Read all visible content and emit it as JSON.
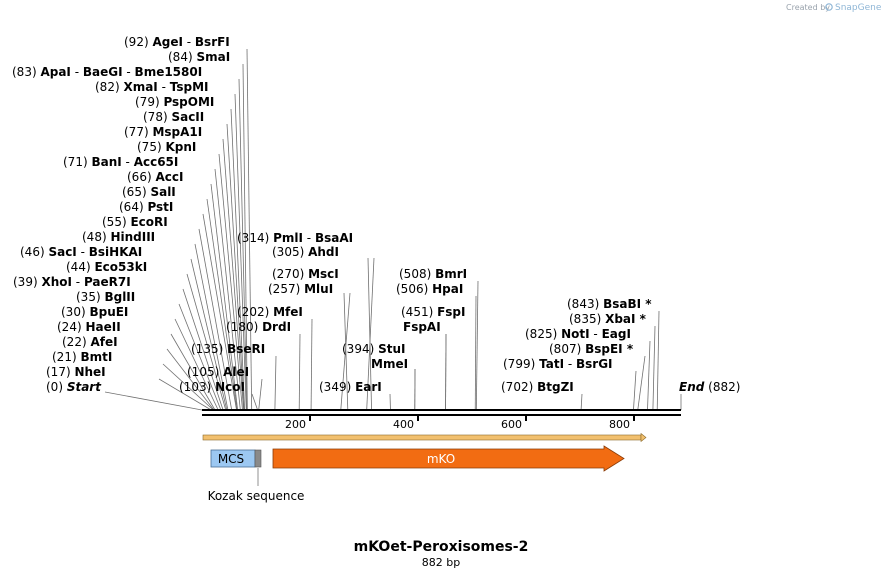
{
  "credit": {
    "prefix": "Created by",
    "brand": "SnapGene"
  },
  "map": {
    "name": "mKOet-Peroxisomes-2",
    "length_label": "882 bp",
    "length": 882,
    "ticks": [
      "200",
      "400",
      "600",
      "800"
    ],
    "start_label": {
      "pos": "(0)",
      "name": "Start"
    },
    "end_label": {
      "pos": "(882)",
      "name": "End"
    }
  },
  "sites": [
    {
      "pos": "(92)",
      "names": [
        "AgeI",
        "BsrFI"
      ],
      "bp": 92
    },
    {
      "pos": "(84)",
      "names": [
        "SmaI"
      ],
      "bp": 84
    },
    {
      "pos": "(83)",
      "names": [
        "ApaI",
        "BaeGI",
        "Bme1580I"
      ],
      "bp": 83
    },
    {
      "pos": "(82)",
      "names": [
        "XmaI",
        "TspMI"
      ],
      "bp": 82
    },
    {
      "pos": "(79)",
      "names": [
        "PspOMI"
      ],
      "bp": 79
    },
    {
      "pos": "(78)",
      "names": [
        "SacII"
      ],
      "bp": 78
    },
    {
      "pos": "(77)",
      "names": [
        "MspA1I"
      ],
      "bp": 77
    },
    {
      "pos": "(75)",
      "names": [
        "KpnI"
      ],
      "bp": 75
    },
    {
      "pos": "(71)",
      "names": [
        "BanI",
        "Acc65I"
      ],
      "bp": 71
    },
    {
      "pos": "(66)",
      "names": [
        "AccI"
      ],
      "bp": 66
    },
    {
      "pos": "(65)",
      "names": [
        "SalI"
      ],
      "bp": 65
    },
    {
      "pos": "(64)",
      "names": [
        "PstI"
      ],
      "bp": 64
    },
    {
      "pos": "(55)",
      "names": [
        "EcoRI"
      ],
      "bp": 55
    },
    {
      "pos": "(48)",
      "names": [
        "HindIII"
      ],
      "bp": 48
    },
    {
      "pos": "(46)",
      "names": [
        "SacI",
        "BsiHKAI"
      ],
      "bp": 46
    },
    {
      "pos": "(44)",
      "names": [
        "Eco53kI"
      ],
      "bp": 44
    },
    {
      "pos": "(39)",
      "names": [
        "XhoI",
        "PaeR7I"
      ],
      "bp": 39
    },
    {
      "pos": "(35)",
      "names": [
        "BglII"
      ],
      "bp": 35
    },
    {
      "pos": "(30)",
      "names": [
        "BpuEI"
      ],
      "bp": 30
    },
    {
      "pos": "(24)",
      "names": [
        "HaeII"
      ],
      "bp": 24
    },
    {
      "pos": "(22)",
      "names": [
        "AfeI"
      ],
      "bp": 22
    },
    {
      "pos": "(21)",
      "names": [
        "BmtI"
      ],
      "bp": 21
    },
    {
      "pos": "(17)",
      "names": [
        "NheI"
      ],
      "bp": 17
    },
    {
      "pos": "(314)",
      "names": [
        "PmlI",
        "BsaAI"
      ],
      "bp": 314
    },
    {
      "pos": "(305)",
      "names": [
        "AhdI"
      ],
      "bp": 305
    },
    {
      "pos": "(270)",
      "names": [
        "MscI"
      ],
      "bp": 270
    },
    {
      "pos": "(257)",
      "names": [
        "MluI"
      ],
      "bp": 257
    },
    {
      "pos": "(202)",
      "names": [
        "MfeI"
      ],
      "bp": 202
    },
    {
      "pos": "(180)",
      "names": [
        "DrdI"
      ],
      "bp": 180
    },
    {
      "pos": "(135)",
      "names": [
        "BseRI"
      ],
      "bp": 135
    },
    {
      "pos": "(105)",
      "names": [
        "AleI"
      ],
      "bp": 105
    },
    {
      "pos": "(103)",
      "names": [
        "NcoI"
      ],
      "bp": 103
    },
    {
      "pos": "(349)",
      "names": [
        "EarI"
      ],
      "bp": 349
    },
    {
      "pos": "(394)",
      "names": [
        "StuI"
      ],
      "bp": 394
    },
    {
      "pos": "",
      "names": [
        "MmeI"
      ],
      "bp": 394
    },
    {
      "pos": "(451)",
      "names": [
        "FspI"
      ],
      "bp": 451
    },
    {
      "pos": "",
      "names": [
        "FspAI"
      ],
      "bp": 451
    },
    {
      "pos": "(508)",
      "names": [
        "BmrI"
      ],
      "bp": 508
    },
    {
      "pos": "(506)",
      "names": [
        "HpaI"
      ],
      "bp": 506
    },
    {
      "pos": "(702)",
      "names": [
        "BtgZI"
      ],
      "bp": 702
    },
    {
      "pos": "(799)",
      "names": [
        "TatI",
        "BsrGI"
      ],
      "bp": 799
    },
    {
      "pos": "(807)",
      "names": [
        "BspEI *"
      ],
      "bp": 807
    },
    {
      "pos": "(825)",
      "names": [
        "NotI",
        "EagI"
      ],
      "bp": 825
    },
    {
      "pos": "(835)",
      "names": [
        "XbaI *"
      ],
      "bp": 835
    },
    {
      "pos": "(843)",
      "names": [
        "BsaBI *"
      ],
      "bp": 843
    }
  ],
  "features": {
    "mcs": {
      "label": "MCS",
      "color": "#9cc8f2"
    },
    "kozak": {
      "label": "Kozak sequence",
      "color": "#8a8a8a"
    },
    "mko": {
      "label": "mKO",
      "color": "#f26c12"
    },
    "orf_color": "#f2c06e"
  }
}
